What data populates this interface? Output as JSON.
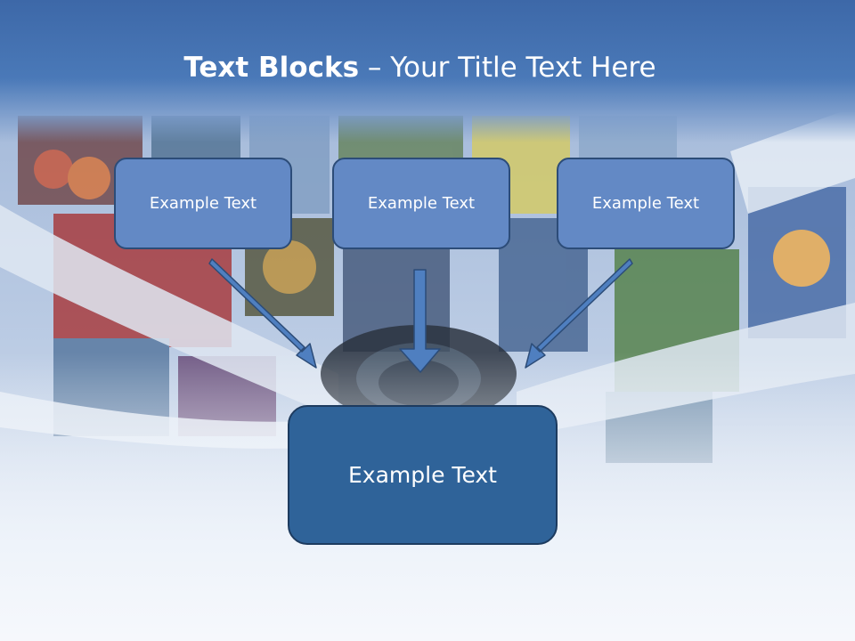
{
  "title": {
    "bold": "Text Blocks",
    "dash": " – ",
    "rest": "Your Title Text Here"
  },
  "boxes": {
    "top_left": "Example Text",
    "top_center": "Example Text",
    "top_right": "Example Text",
    "bottom": "Example Text"
  },
  "colors": {
    "header": "#4a79b8",
    "small_box": "#6389c5",
    "big_box": "#2f6399",
    "arrow": "#4f7fc0"
  }
}
